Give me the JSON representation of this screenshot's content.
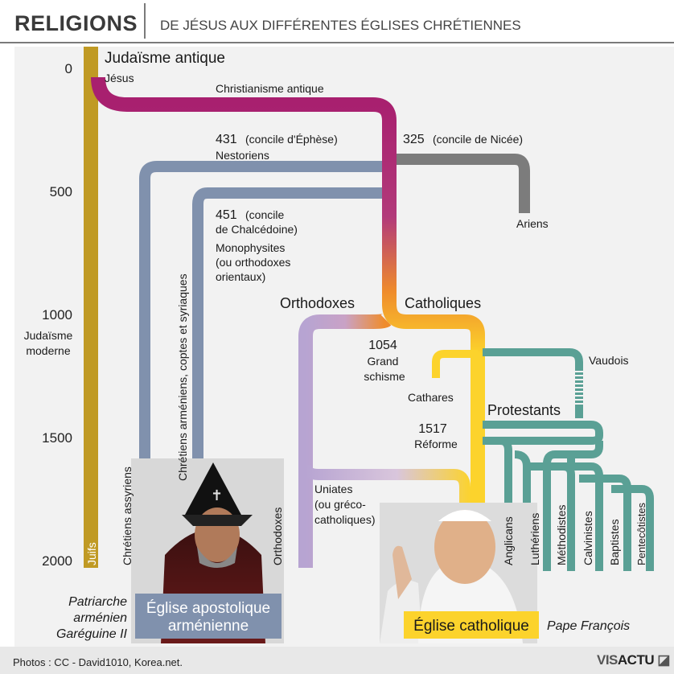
{
  "header": {
    "title": "RELIGIONS",
    "subtitle": "DE JÉSUS AUX DIFFÉRENTES ÉGLISES CHRÉTIENNES"
  },
  "years": {
    "y0": "0",
    "y500": "500",
    "y1000": "1000",
    "y1500": "1500",
    "y2000": "2000"
  },
  "colors": {
    "judaism": "#c09a24",
    "antique": "#a8206f",
    "orthodox_orange": "#ef8c2c",
    "catholic": "#fcd32c",
    "eastern": "#8091ad",
    "arians": "#7c7c7c",
    "orthodoxes": "#b7a4d2",
    "protestant": "#5aa095"
  },
  "labels": {
    "judaisme_antique": "Judaïsme antique",
    "jesus": "Jésus",
    "christianisme_antique": "Christianisme antique",
    "ephese_year": "431",
    "ephese_note": "(concile d'Éphèse)",
    "nestoriens": "Nestoriens",
    "nicee_year": "325",
    "nicee_note": "(concile de Nicée)",
    "ariens": "Ariens",
    "chalcedoine_year": "451",
    "chalcedoine_a": "(concile",
    "chalcedoine_b": "de Chalcédoine)",
    "mono_1": "Monophysites",
    "mono_2": "(ou orthodoxes",
    "mono_3": "orientaux)",
    "judaisme_moderne_1": "Judaïsme",
    "judaisme_moderne_2": "moderne",
    "orthodoxes_head": "Orthodoxes",
    "catholiques_head": "Catholiques",
    "schisme_year": "1054",
    "schisme_1": "Grand",
    "schisme_2": "schisme",
    "vaudois": "Vaudois",
    "cathares": "Cathares",
    "protestants": "Protestants",
    "reforme_year": "1517",
    "reforme": "Réforme",
    "uniates_1": "Uniates",
    "uniates_2": "(ou gréco-",
    "uniates_3": "catholiques)",
    "juifs": "Juifs",
    "chretiens_assyriens": "Chrétiens assyriens",
    "chretiens_armeniens": "Chrétiens arméniens, coptes et syriaques",
    "orthodoxes_vert": "Orthodoxes",
    "anglicans": "Anglicans",
    "lutheriens": "Luthériens",
    "methodistes": "Méthodistes",
    "calvinistes": "Calvinistes",
    "baptistes": "Baptistes",
    "pentecotistes": "Pentecôtistes"
  },
  "captions": {
    "patriarche_1": "Patriarche",
    "patriarche_2": "arménien",
    "patriarche_3": "Garéguine II",
    "eglise_armenienne_1": "Église apostolique",
    "eglise_armenienne_2": "arménienne",
    "eglise_catholique": "Église catholique",
    "pape": "Pape François"
  },
  "footer": {
    "credit": "Photos : CC - David1010, Korea.net.",
    "logo_a": "VIS",
    "logo_b": "ACTU"
  }
}
